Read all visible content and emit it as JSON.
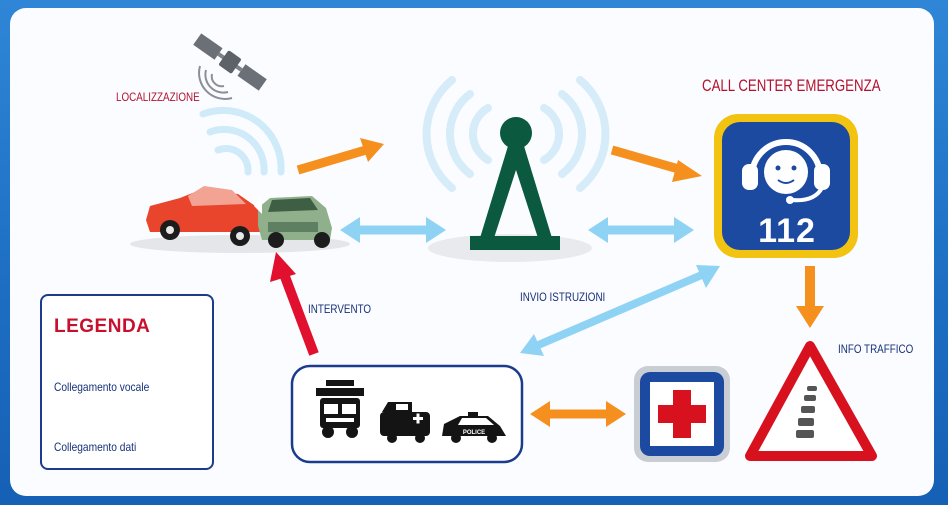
{
  "labels": {
    "localizzazione": "LOCALIZZAZIONE",
    "call_center": "CALL CENTER EMERGENZA",
    "intervento": "INTERVENTO",
    "invio_istruzioni": "INVIO ISTRUZIONI",
    "info_traffico": "INFO TRAFFICO",
    "emergency_number": "112",
    "police_text": "POLICE"
  },
  "legend": {
    "title": "LEGENDA",
    "items": [
      {
        "label": "Collegamento vocale",
        "color": "#8fd3f4"
      },
      {
        "label": "Collegamento dati",
        "color": "#f5901e"
      }
    ]
  },
  "colors": {
    "voice_arrow": "#8fd3f4",
    "data_arrow": "#f5901e",
    "intervention_arrow": "#e0102e",
    "tower": "#0b5a3f",
    "call_center_blue": "#1b4aa0",
    "call_center_border": "#f2c311",
    "frame_blue": "#1c6dc2"
  },
  "icons": {
    "satellite": "satellite-icon",
    "tower": "antenna-tower-icon",
    "operator": "headset-operator-icon",
    "hospital": "hospital-cross-icon",
    "traffic": "traffic-warning-icon",
    "crash": "car-crash-icon",
    "fire_truck": "fire-truck-icon",
    "ambulance": "ambulance-icon",
    "police": "police-car-icon"
  }
}
